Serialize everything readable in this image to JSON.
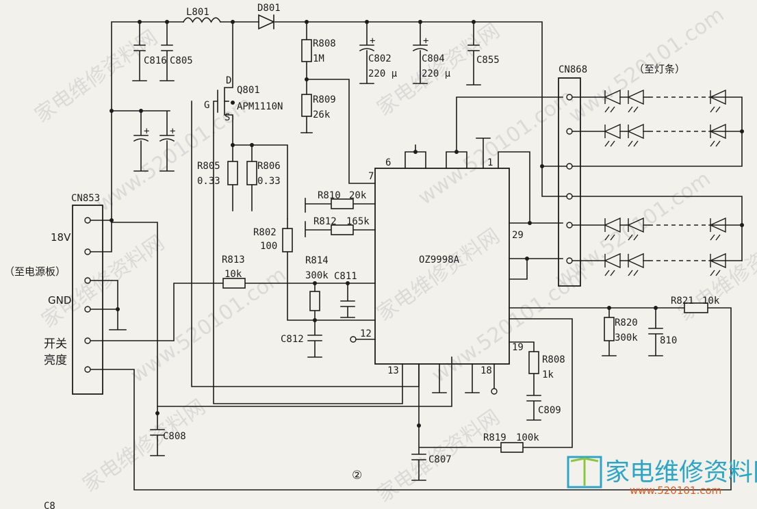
{
  "labels": {
    "L801": "L801",
    "D801": "D801",
    "C816": "C816",
    "C805": "C805",
    "R808a": "R808",
    "R808a_val": "1M",
    "R809": "R809",
    "R809_val": "26k",
    "C802": "C802",
    "C802_val": "220 μ",
    "C804": "C804",
    "C804_val": "220 μ",
    "C855": "C855",
    "Q801": "Q801",
    "Q801_part": "APM1110N",
    "D": "D",
    "G": "G",
    "S": "S",
    "R805": "R805",
    "R805_val": "0.33",
    "R806": "R806",
    "R806_val": "0.33",
    "R802": "R802",
    "R802_val": "100",
    "R810": "R810",
    "R810_val": "20k",
    "R812": "R812",
    "R812_val": "165k",
    "R813": "R813",
    "R813_val": "10k",
    "R814": "R814",
    "R814_val": "300k",
    "C811": "C811",
    "C812": "C812",
    "R820": "R820",
    "R820_val": "300k",
    "C810": "810",
    "R821": "R821",
    "R821_val": "10k",
    "R808b": "R808",
    "R808b_val": "1k",
    "C809": "C809",
    "R819": "R819",
    "R819_val": "100k",
    "C807": "C807",
    "C808": "C808",
    "CN853": "CN853",
    "CN868": "CN868",
    "ic": "OZ9998A",
    "pin6": "6",
    "pin7": "7",
    "pin1": "1",
    "pin29": "29",
    "pin12": "12",
    "pin19": "19",
    "pin13": "13",
    "pin18": "18",
    "v18": "18V",
    "gnd": "GND",
    "to_power": "（至电源板）",
    "to_led": "（至灯条）",
    "switch": "开关",
    "bright": "亮度",
    "circle": "②",
    "cut": "C8"
  },
  "watermarks": [
    "家电维修资料网",
    "www.520101.com"
  ],
  "logo": {
    "text": "家电维修资料网",
    "url": "www.520101.com",
    "color_text": "#2aa6c8",
    "color_url": "#e05a1e"
  }
}
